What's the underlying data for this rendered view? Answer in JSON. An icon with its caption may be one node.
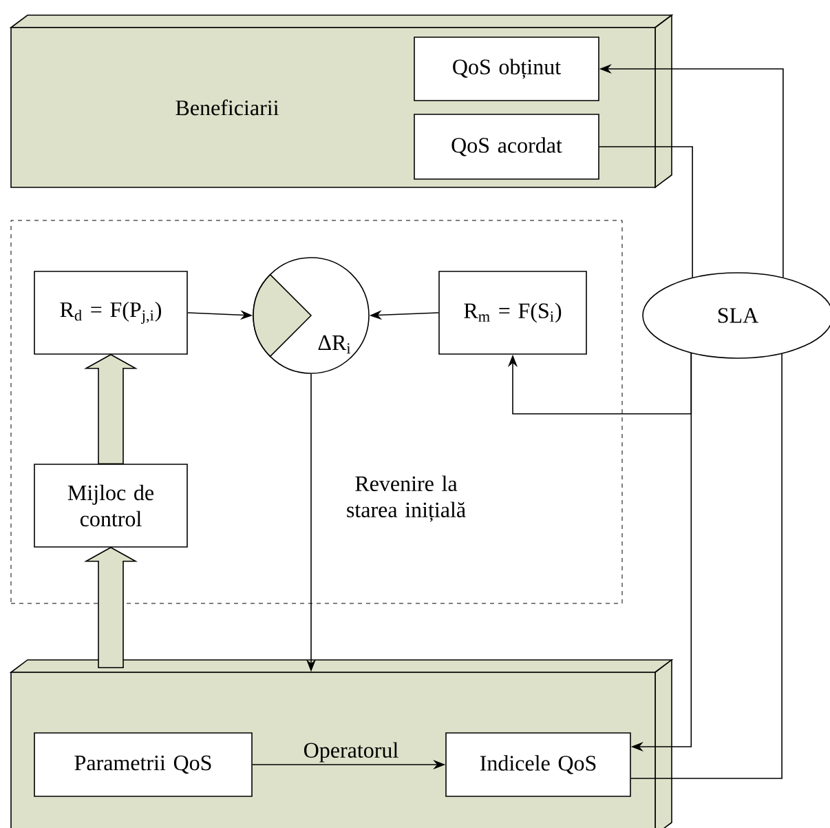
{
  "diagram": {
    "nodes": [
      {
        "text": [
          "Beneficiarii"
        ]
      },
      {
        "text": [
          "QoS obținut"
        ],
        "in": 0
      },
      {
        "text": [
          "QoS acordat"
        ],
        "in": 0
      },
      {
        "text": [],
        "shape": "box"
      },
      {
        "text": [
          "R$_{d}$ = F(P$_{j,i}$)"
        ],
        "in": 3
      },
      {
        "text": [
          "ΔR$_{i}$"
        ],
        "in": 3
      },
      {
        "text": [
          "R$_{m}$ = F(S$_{i}$)"
        ],
        "in": 3
      },
      {
        "text": [
          "SLA"
        ]
      },
      {
        "text": [
          "Mijloc de control"
        ],
        "in": 3
      },
      {
        "text": [
          "Operatorul"
        ]
      },
      {
        "text": [
          "Parametrii QoS"
        ],
        "in": 9
      },
      {
        "text": [
          "Indicele QoS"
        ],
        "in": 9
      }
    ],
    "edges": [
      {
        "from": 4,
        "to": 5,
        "arrow": "to"
      },
      {
        "from": 6,
        "to": 5,
        "arrow": "to"
      },
      {
        "from": 5,
        "to": 9,
        "arrow": "to",
        "label": "Revenire la starea inițială"
      },
      {
        "from": 10,
        "to": 11,
        "arrow": "to"
      },
      {
        "from": 2,
        "to": 7,
        "arrow": "none"
      },
      {
        "from": 7,
        "to": 11,
        "arrow": "to"
      },
      {
        "from": 7,
        "to": 6,
        "arrow": "to"
      },
      {
        "from": 11,
        "to": 7,
        "arrow": "none"
      },
      {
        "from": 7,
        "to": 1,
        "arrow": "to"
      },
      {
        "from": 8,
        "to": 4,
        "arrow": "to",
        "style": "thick"
      },
      {
        "from": 9,
        "to": 8,
        "arrow": "to",
        "style": "thick"
      }
    ]
  }
}
